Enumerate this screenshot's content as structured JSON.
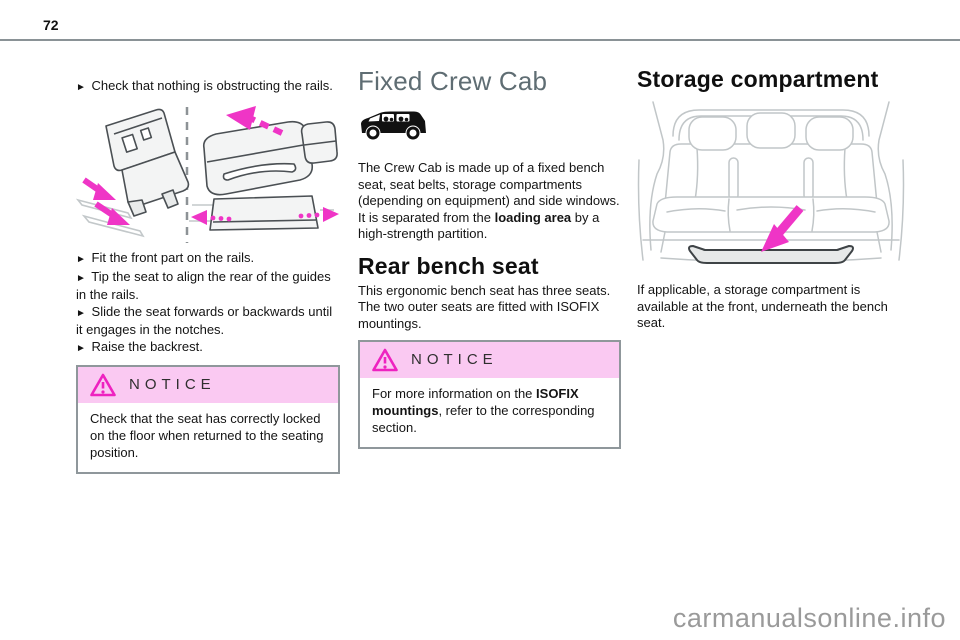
{
  "page": {
    "number": "72",
    "watermark": "carmanualsonline.info"
  },
  "marker": "►",
  "left": {
    "intro": "Check that nothing is obstructing the rails.",
    "bullets": [
      "Fit the front part on the rails.",
      "Tip the seat to align the rear of the guides in the rails.",
      "Slide the seat forwards or backwards until it engages in the notches.",
      "Raise the backrest."
    ],
    "notice": {
      "title": "NOTICE",
      "body": "Check that the seat has correctly locked on the floor when returned to the seating position."
    }
  },
  "middle": {
    "heading": "Fixed Crew Cab",
    "para1_a": "The Crew Cab is made up of a fixed bench seat, seat belts, storage compartments (depending on equipment) and side windows. It is separated from the ",
    "para1_bold": "loading area",
    "para1_b": " by a high-strength partition.",
    "subheading": "Rear bench seat",
    "para2": "This ergonomic bench seat has three seats. The two outer seats are fitted with ISOFIX mountings.",
    "notice": {
      "title": "NOTICE",
      "a": "For more information on the ",
      "bold": "ISOFIX mountings",
      "b": ", refer to the corresponding section."
    }
  },
  "right": {
    "heading": "Storage compartment",
    "caption": "If applicable, a storage compartment is available at the front, underneath the bench seat."
  },
  "icons": {
    "notice": "warning-triangle-icon",
    "crew_cab": "van-silhouette-icon",
    "bullet_marker": "right-pointer-icon"
  },
  "colors": {
    "accent_magenta": "#ef35c6",
    "notice_header_pink": "#fac9f2",
    "heading_gray": "#5f6d73",
    "rule_gray": "#8a9296",
    "line_art_gray": "#c1c6c8",
    "watermark_gray": "#9a9a9a",
    "text": "#141414"
  }
}
